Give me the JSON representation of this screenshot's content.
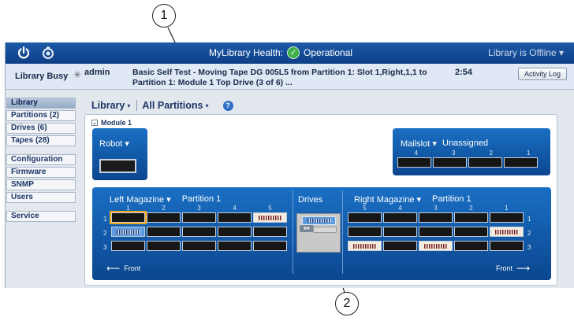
{
  "callouts": [
    "1",
    "2"
  ],
  "topbar": {
    "health_label": "MyLibrary Health:",
    "health_status": "Operational",
    "offline_label": "Library is Offline",
    "offline_caret": "▾"
  },
  "statusbar": {
    "busy_label": "Library Busy",
    "user": "admin",
    "task_line1": "Basic Self Test - Moving Tape DG 005L5 from Partition 1: Slot 1,Right,1,1 to",
    "task_line2": "Partition 1: Module 1 Top Drive (3 of 6) ...",
    "time": "2:54",
    "activity_log_button": "Activity Log"
  },
  "sidebar": {
    "items": [
      {
        "label": "Library",
        "active": true
      },
      {
        "label": "Partitions (2)"
      },
      {
        "label": "Drives (6)"
      },
      {
        "label": "Tapes (28)"
      }
    ],
    "items2": [
      {
        "label": "Configuration"
      },
      {
        "label": "Firmware"
      },
      {
        "label": "SNMP"
      },
      {
        "label": "Users"
      }
    ],
    "items3": [
      {
        "label": "Service"
      }
    ]
  },
  "main": {
    "library_menu": "Library",
    "partition_menu": "All Partitions",
    "help": "?",
    "module_label": "Module 1",
    "robot_label": "Robot",
    "mailslot_label": "Mailslot",
    "mailslot_assignment": "Unassigned",
    "mailslot_numbers": [
      "4",
      "3",
      "2",
      "1"
    ],
    "left_magazine_label": "Left Magazine",
    "left_partition": "Partition 1",
    "left_columns": [
      "1",
      "2",
      "3",
      "4",
      "5"
    ],
    "right_magazine_label": "Right Magazine",
    "right_partition": "Partition 1",
    "right_columns": [
      "5",
      "4",
      "3",
      "2",
      "1"
    ],
    "rows": [
      "1",
      "2",
      "3"
    ],
    "drives_label": "Drives",
    "front_left": "Front",
    "front_right": "Front"
  },
  "slots": {
    "left": [
      [
        "selected-empty",
        "empty",
        "empty",
        "empty",
        "tape"
      ],
      [
        "blue-tape",
        "empty",
        "empty",
        "empty",
        "empty"
      ],
      [
        "empty",
        "empty",
        "empty",
        "empty",
        "empty"
      ]
    ],
    "right": [
      [
        "empty",
        "empty",
        "empty",
        "empty",
        "empty"
      ],
      [
        "empty",
        "empty",
        "empty",
        "empty",
        "tape"
      ],
      [
        "tape",
        "empty",
        "tape",
        "empty",
        "empty"
      ]
    ]
  },
  "colors": {
    "topbar": "#0d3f86",
    "panel_blue": "#1a6fc4",
    "selection": "#f2a91e",
    "health_ok": "#3fae4a"
  },
  "icons": [
    "power-icon",
    "sync-icon",
    "check-icon",
    "spinner-icon",
    "help-icon",
    "arrow-left-icon",
    "arrow-right-icon",
    "swap-icon"
  ]
}
